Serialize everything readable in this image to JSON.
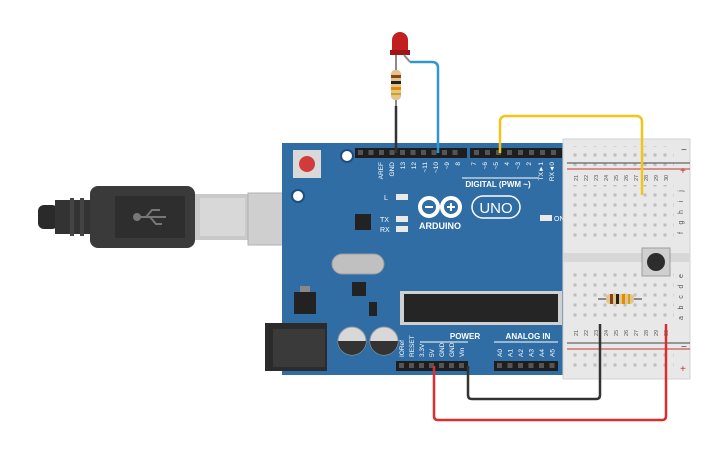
{
  "board": {
    "brand": "ARDUINO",
    "model": "UNO",
    "digital_header_label": "DIGITAL (PWM ~)",
    "power_label": "POWER",
    "analog_label": "ANALOG IN",
    "led_labels": {
      "l": "L",
      "tx": "TX",
      "rx": "RX",
      "on": "ON"
    },
    "digital_pins": [
      "AREF",
      "GND",
      "13",
      "12",
      "~11",
      "~10",
      "~9",
      "8",
      "7",
      "~6",
      "~5",
      "4",
      "~3",
      "2",
      "TX►1",
      "RX◄0"
    ],
    "power_pins": [
      "IORef",
      "RESET",
      "3.3V",
      "5V",
      "GND",
      "GND",
      "Vin"
    ],
    "analog_pins": [
      "A0",
      "A1",
      "A2",
      "A3",
      "A4",
      "A5"
    ]
  },
  "breadboard": {
    "rail_minus": "−",
    "rail_plus": "+",
    "column_numbers": [
      "21",
      "22",
      "23",
      "24",
      "25",
      "26",
      "27",
      "28",
      "29",
      "30"
    ],
    "row_letters_top": [
      "j",
      "i",
      "h",
      "g",
      "f"
    ],
    "row_letters_bottom": [
      "e",
      "d",
      "c",
      "b",
      "a"
    ]
  },
  "colors": {
    "board": "#2f6da4",
    "wire_blue": "#2e97cf",
    "wire_yellow": "#f3c51c",
    "wire_red": "#d92f2f",
    "wire_black": "#333333",
    "led": "#c21f1f"
  }
}
